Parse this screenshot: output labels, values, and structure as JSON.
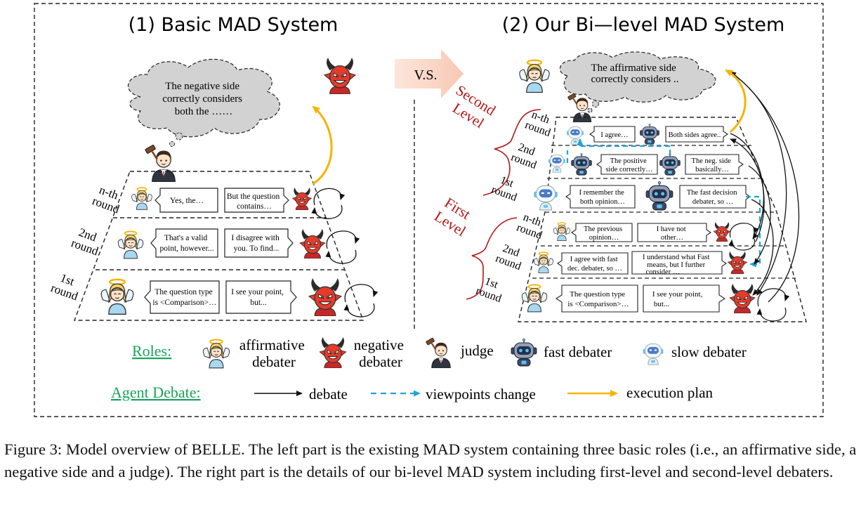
{
  "titles": {
    "left": "(1)  Basic  MAD  System",
    "right": "(2)  Our  Bi—level  MAD  System",
    "vs": "V.S."
  },
  "left_panel": {
    "cloud": [
      "The negative side",
      "correctly considers",
      "both the ……"
    ],
    "rounds": [
      {
        "label": [
          "n-th",
          "round"
        ],
        "affirmative": [
          "Yes, the…"
        ],
        "negative": [
          "But the question",
          "contains…"
        ]
      },
      {
        "label": [
          "2nd",
          "round"
        ],
        "affirmative": [
          "That's a valid",
          "point, however..."
        ],
        "negative": [
          "I disagree with",
          "you. To find..."
        ]
      },
      {
        "label": [
          "1st",
          "round"
        ],
        "affirmative": [
          "The question type",
          "is <Comparison>…"
        ],
        "negative": [
          "I see your point,",
          "but..."
        ]
      }
    ]
  },
  "right_panel": {
    "cloud": [
      "The affirmative side",
      "correctly considers .."
    ],
    "level_second": [
      "Second",
      "Level"
    ],
    "level_first": [
      "First",
      "Level"
    ],
    "second_rounds": [
      {
        "label": [
          "n-th",
          "round"
        ],
        "slow": [
          "I agree…"
        ],
        "fast": [
          "Both sides agree.."
        ]
      },
      {
        "label": [
          "2nd",
          "round"
        ],
        "slow": [
          "The positive",
          "side correctly…"
        ],
        "fast": [
          "The neg. side",
          "basically…"
        ]
      },
      {
        "label": [
          "1st",
          "round"
        ],
        "slow": [
          "I remember the",
          "both opinion…"
        ],
        "fast": [
          "The fast decision",
          "debater, so …"
        ]
      }
    ],
    "first_rounds": [
      {
        "label": [
          "n-th",
          "round"
        ],
        "affirmative": [
          "The previous",
          "opinion…"
        ],
        "negative": [
          "I have not",
          "other…"
        ]
      },
      {
        "label": [
          "2nd",
          "round"
        ],
        "affirmative": [
          "I agree with fast",
          "dec. debater, so …"
        ],
        "negative": [
          "I understand what Fast",
          "means, but I further",
          "consider …"
        ]
      },
      {
        "label": [
          "1st",
          "round"
        ],
        "affirmative": [
          "The question type",
          "is <Comparison>…"
        ],
        "negative": [
          "I see your point,",
          "but..."
        ]
      }
    ]
  },
  "legend": {
    "roles_label": "Roles:",
    "affirmative": [
      "affirmative",
      "debater"
    ],
    "negative": [
      "negative",
      "debater"
    ],
    "judge": "judge",
    "fast": "fast debater",
    "slow": "slow debater",
    "agent_debate_label": "Agent Debate:",
    "debate": "debate",
    "viewpoints": "viewpoints change",
    "execution": "execution plan"
  },
  "caption": "Figure 3: Model overview of BELLE. The left part is the existing MAD system containing three basic roles (i.e., an affirmative side, a negative side and a judge). The right part is the details of our bi-level MAD system including first-level and second-level debaters.",
  "colors": {
    "accent_green": "#1aa35a",
    "level_red": "#b01818",
    "viewpoint_blue": "#1fa4d9",
    "execution_yellow": "#f4b400",
    "cloud_gray": "#d0d0d0",
    "devil_red": "#e53b2a",
    "angel_blue": "#a8d8ef"
  },
  "icons": {
    "affirmative": "angel-icon",
    "negative": "devil-icon",
    "judge": "judge-icon",
    "fast": "fast-robot-icon",
    "slow": "slow-robot-icon"
  }
}
